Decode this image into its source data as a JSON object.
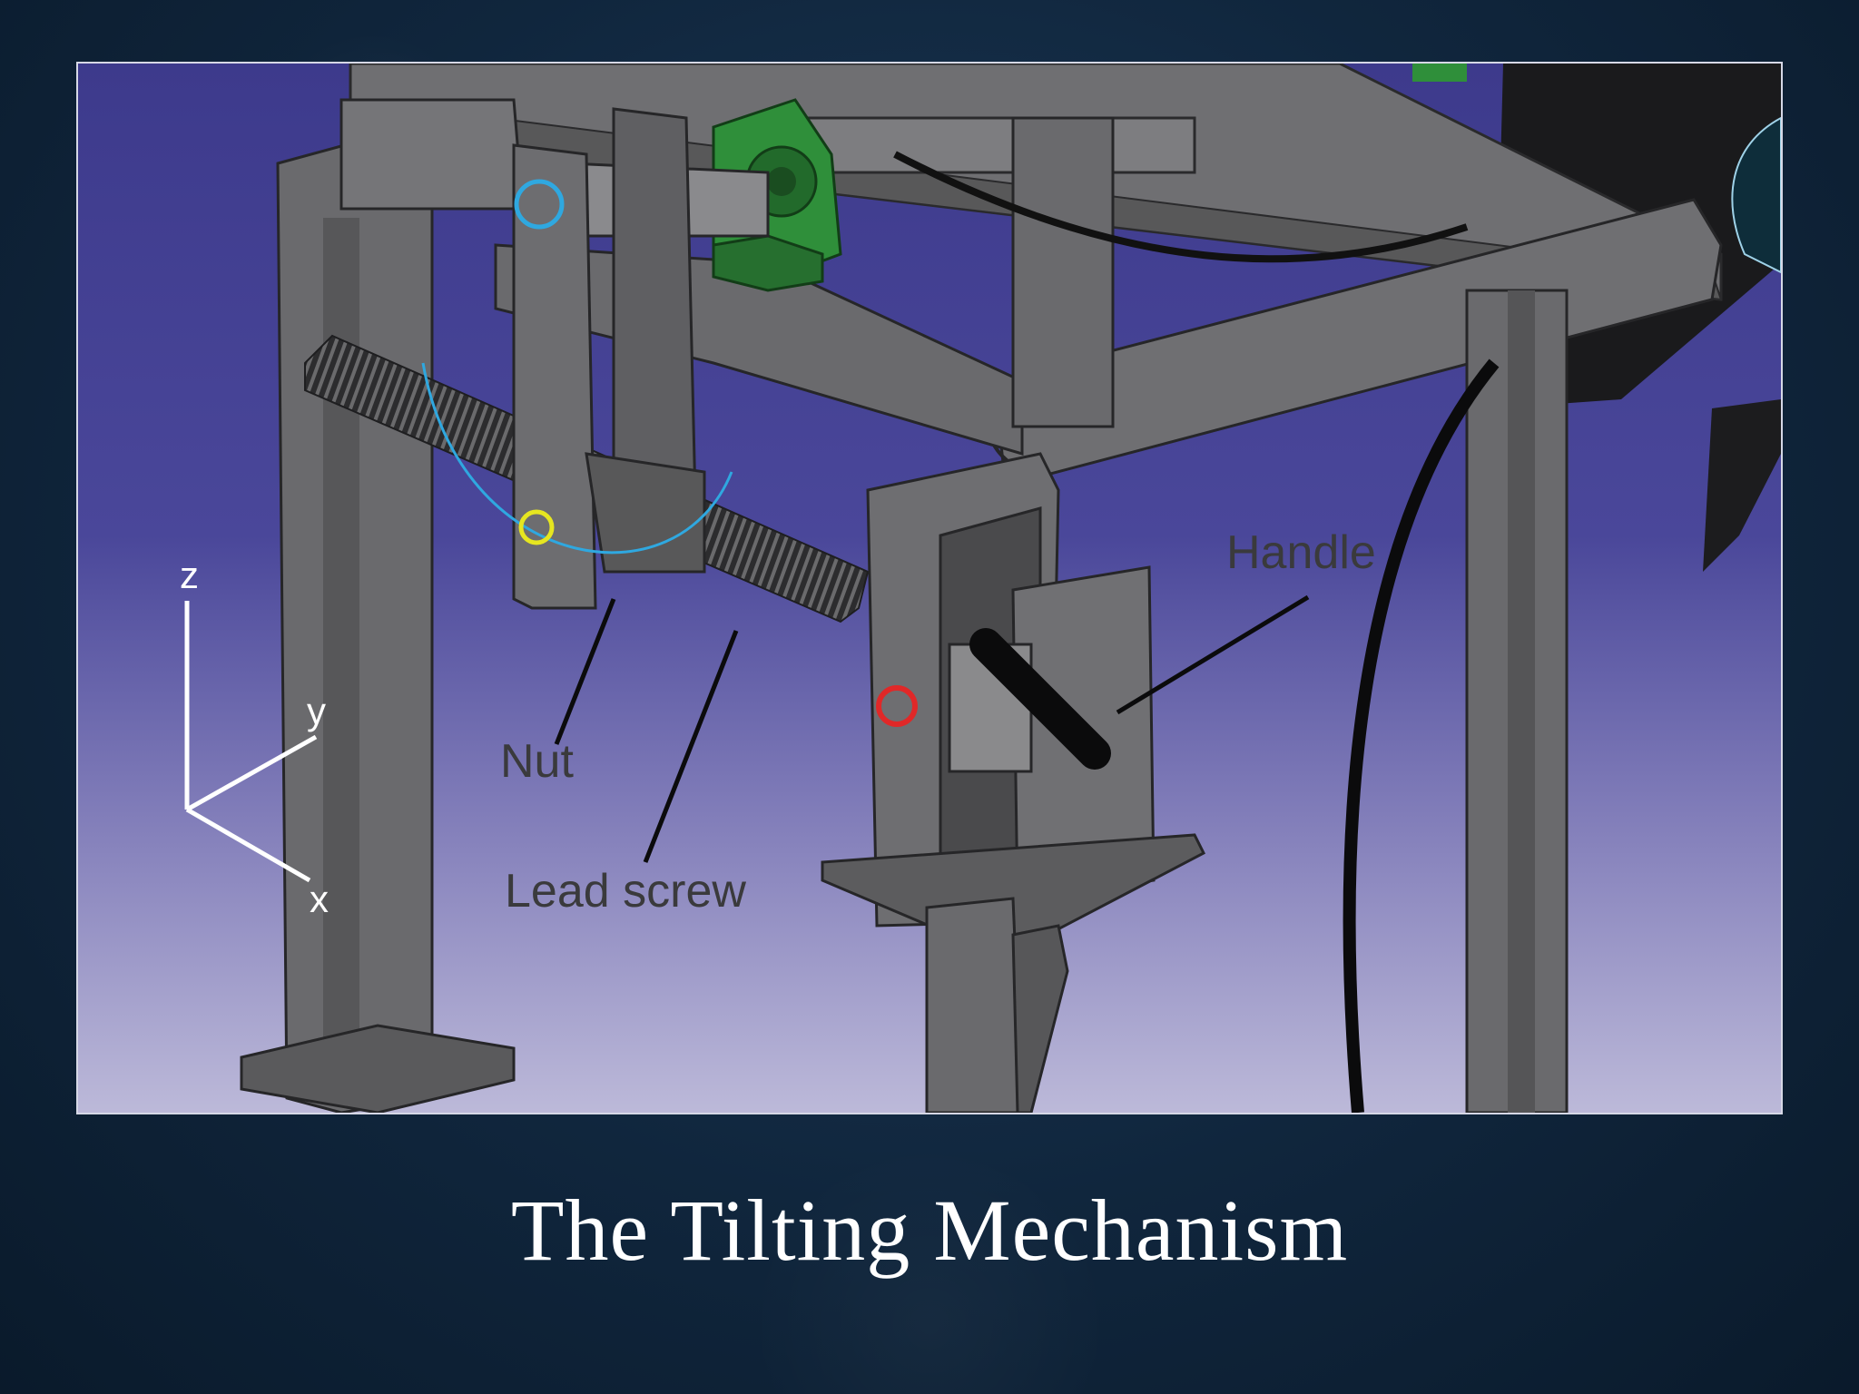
{
  "slide": {
    "title": "The Tilting Mechanism"
  },
  "figure": {
    "labels": {
      "handle": "Handle",
      "nut": "Nut",
      "lead_screw": "Lead screw"
    },
    "axes": {
      "z": "z",
      "y": "y",
      "x": "x"
    }
  },
  "colors": {
    "background_top": "#3f3a8e",
    "background_bottom": "#b7b4d6",
    "frame_metal": "#6d6d70",
    "bearing_green": "#2f8f3a",
    "marker_blue": "#2fa8e0",
    "marker_yellow": "#e6e620",
    "marker_red": "#e02828",
    "title_text": "#ffffff"
  }
}
